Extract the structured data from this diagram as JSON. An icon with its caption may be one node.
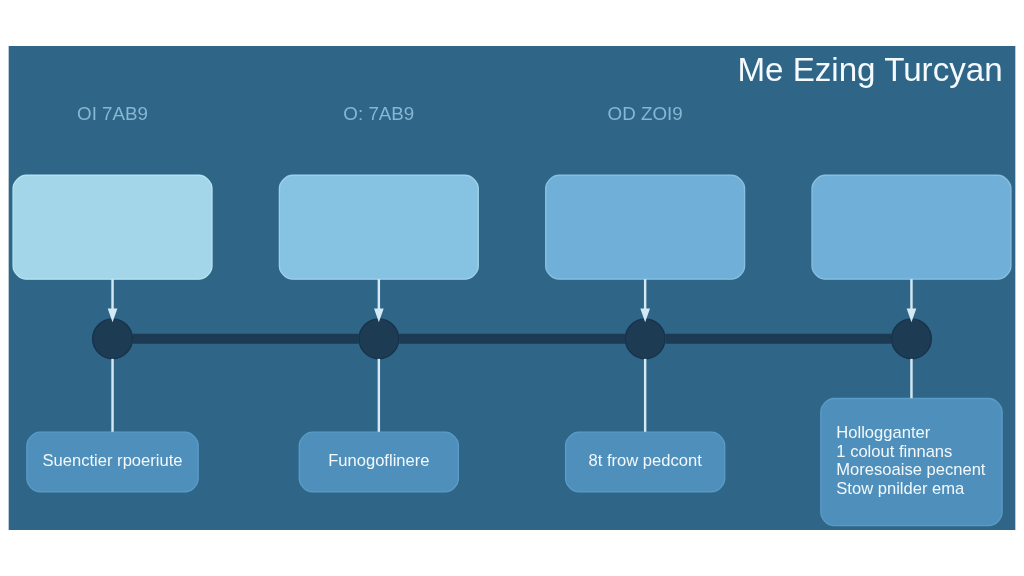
{
  "diagram": {
    "title": "Me Ezing Turcyan",
    "nodes": [
      {
        "text": [],
        "shape": "box"
      },
      {
        "text": [],
        "shape": "box"
      },
      {
        "text": [],
        "shape": "box"
      },
      {
        "text": [],
        "shape": "box"
      },
      {
        "text": [],
        "shape": "circle"
      },
      {
        "text": [],
        "shape": "circle"
      },
      {
        "text": [],
        "shape": "circle"
      },
      {
        "text": [],
        "shape": "circle"
      },
      {
        "text": [
          "Suenctier rpoeriute"
        ]
      },
      {
        "text": [
          "Funogoflinere"
        ]
      },
      {
        "text": [
          "8t frow pedcont"
        ]
      },
      {
        "text": [
          "Hollogganter",
          "1 colout finnans",
          "Moresoaise pecnent",
          "Stow pnilder ema"
        ]
      }
    ],
    "edges": [
      {
        "from": 0,
        "to": 4,
        "arrow": "to"
      },
      {
        "from": 1,
        "to": 5,
        "arrow": "to"
      },
      {
        "from": 2,
        "to": 6,
        "arrow": "to"
      },
      {
        "from": 3,
        "to": 7,
        "arrow": "to"
      },
      {
        "from": 4,
        "to": 5,
        "arrow": "none",
        "style": "thick",
        "color": "#1c3a51"
      },
      {
        "from": 5,
        "to": 6,
        "arrow": "none",
        "style": "thick",
        "color": "#1c3a51"
      },
      {
        "from": 6,
        "to": 7,
        "arrow": "none",
        "style": "thick",
        "color": "#1c3a51"
      },
      {
        "from": 4,
        "to": 8,
        "arrow": "none"
      },
      {
        "from": 5,
        "to": 9,
        "arrow": "none"
      },
      {
        "from": 6,
        "to": 10,
        "arrow": "none"
      },
      {
        "from": 7,
        "to": 11,
        "arrow": "none"
      }
    ],
    "labels": [
      "OI 7AB9",
      "O: 7AB9",
      "OD ZOI9"
    ]
  }
}
